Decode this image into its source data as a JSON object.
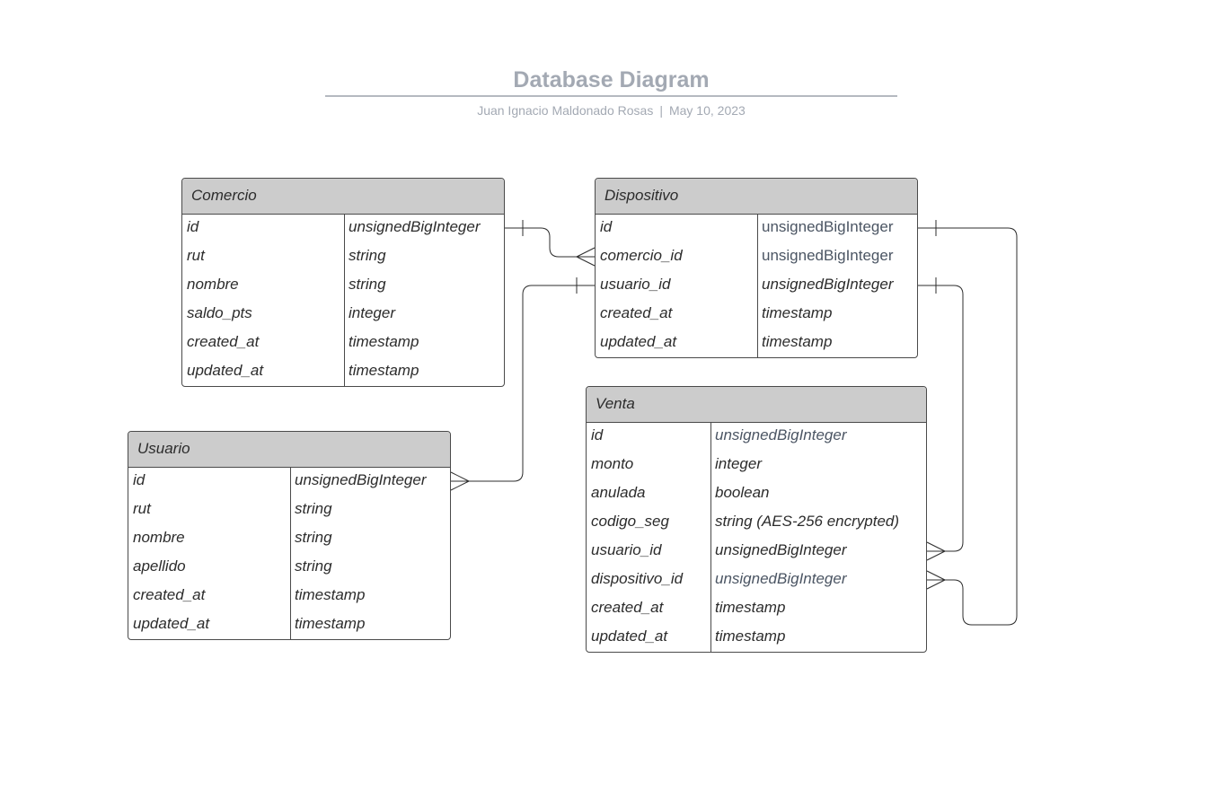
{
  "header": {
    "title": "Database Diagram",
    "author": "Juan Ignacio Maldonado Rosas",
    "separator": "|",
    "date": "May 10, 2023"
  },
  "entities": {
    "comercio": {
      "name": "Comercio",
      "fields": [
        {
          "name": "id",
          "type": "unsignedBigInteger"
        },
        {
          "name": "rut",
          "type": "string"
        },
        {
          "name": "nombre",
          "type": "string"
        },
        {
          "name": "saldo_pts",
          "type": "integer"
        },
        {
          "name": "created_at",
          "type": "timestamp"
        },
        {
          "name": "updated_at",
          "type": "timestamp"
        }
      ]
    },
    "dispositivo": {
      "name": "Dispositivo",
      "fields": [
        {
          "name": "id",
          "type": "unsignedBigInteger"
        },
        {
          "name": "comercio_id",
          "type": "unsignedBigInteger"
        },
        {
          "name": "usuario_id",
          "type": "unsignedBigInteger"
        },
        {
          "name": "created_at",
          "type": "timestamp"
        },
        {
          "name": "updated_at",
          "type": "timestamp"
        }
      ]
    },
    "usuario": {
      "name": "Usuario",
      "fields": [
        {
          "name": "id",
          "type": "unsignedBigInteger"
        },
        {
          "name": "rut",
          "type": "string"
        },
        {
          "name": "nombre",
          "type": "string"
        },
        {
          "name": "apellido",
          "type": "string"
        },
        {
          "name": "created_at",
          "type": "timestamp"
        },
        {
          "name": "updated_at",
          "type": "timestamp"
        }
      ]
    },
    "venta": {
      "name": "Venta",
      "fields": [
        {
          "name": "id",
          "type": "unsignedBigInteger"
        },
        {
          "name": "monto",
          "type": "integer"
        },
        {
          "name": "anulada",
          "type": "boolean"
        },
        {
          "name": "codigo_seg",
          "type": "string (AES-256 encrypted)"
        },
        {
          "name": "usuario_id",
          "type": "unsignedBigInteger"
        },
        {
          "name": "dispositivo_id",
          "type": "unsignedBigInteger"
        },
        {
          "name": "created_at",
          "type": "timestamp"
        },
        {
          "name": "updated_at",
          "type": "timestamp"
        }
      ]
    }
  },
  "colors": {
    "header_fill": "#cccccc",
    "border": "#4a4a4a",
    "title": "#a3a9b3"
  }
}
